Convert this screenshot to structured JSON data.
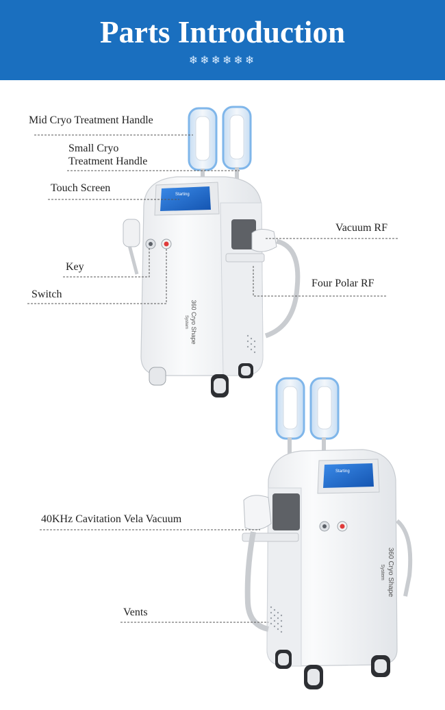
{
  "header": {
    "title": "Parts Introduction",
    "decoration": "❄❄❄❄❄❄"
  },
  "labels": {
    "mid_cryo_handle": "Mid Cryo Treatment Handle",
    "small_cryo_line1": "Small Cryo",
    "small_cryo_line2": "Treatment Handle",
    "touch_screen": "Touch Screen",
    "vacuum_rf": "Vacuum RF",
    "key": "Key",
    "four_polar_rf": "Four Polar RF",
    "switch": "Switch",
    "cavitation": "40KHz Cavitation Vela Vacuum",
    "vents": "Vents"
  },
  "machine": {
    "side_text": "360 Cryo Shape",
    "side_subtext": "System",
    "screen_text": "Starting"
  },
  "colors": {
    "banner": "#1a6fbf",
    "handle_accent": "#7fb6ea",
    "screen": "#1d63c7",
    "switch_red": "#e03a3a"
  }
}
